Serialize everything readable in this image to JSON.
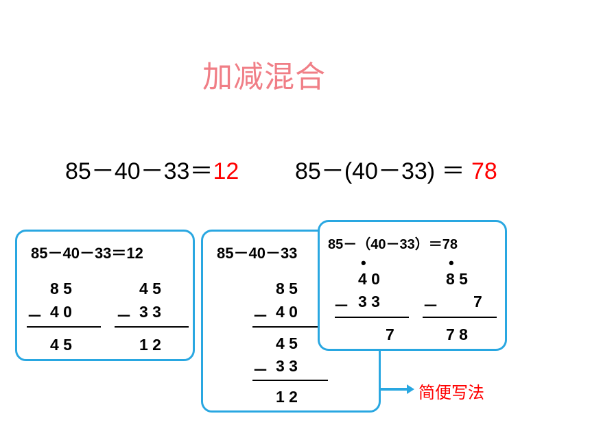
{
  "title": "加减混合",
  "eq1": {
    "expr": "85－40－33＝",
    "answer": "12"
  },
  "eq2": {
    "expr": "85－(40－33) ＝ ",
    "answer": "78"
  },
  "box1": {
    "header": "85－40－33＝12",
    "calc1": {
      "r1": "8 5",
      "op": "－",
      "r2": "4 0",
      "res": "4 5"
    },
    "calc2": {
      "r1": "4 5",
      "op": "－",
      "r2": "3 3",
      "res": "1 2"
    }
  },
  "box2": {
    "header": "85－40－33",
    "r1": "8 5",
    "op1": "－",
    "r2": "4 0",
    "r3": "4 5",
    "op2": "－",
    "r4": "3 3",
    "res": "1 2"
  },
  "box3": {
    "header": "85－（40－33）＝78",
    "calc1": {
      "r1": "4 0",
      "op": "－",
      "r2": "3 3",
      "res": "7"
    },
    "calc2": {
      "r1": "8 5",
      "op": "－",
      "r2": "7",
      "res": "7 8"
    }
  },
  "note": "简便写法",
  "colors": {
    "title": "#f07e86",
    "answer": "#ff0000",
    "box_border": "#29a7e1"
  }
}
